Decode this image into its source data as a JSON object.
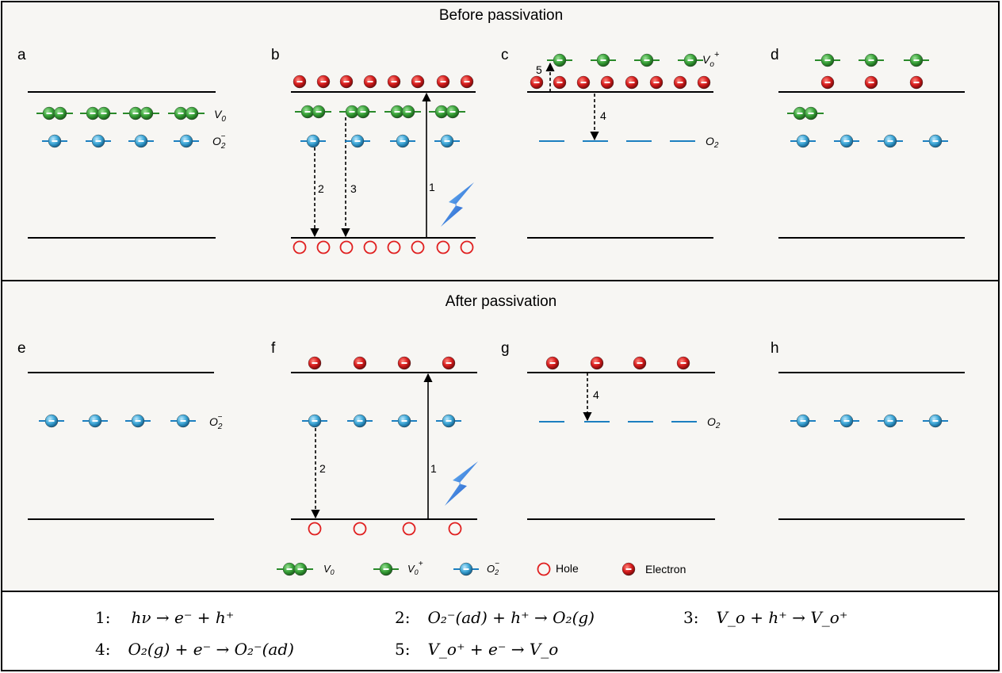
{
  "sections": {
    "before_title": "Before passivation",
    "after_title": "After passivation"
  },
  "panel_labels": [
    "a",
    "b",
    "c",
    "d",
    "e",
    "f",
    "g",
    "h"
  ],
  "species_labels": {
    "vo": "V",
    "vo_sub": "0",
    "vo_plus": "V",
    "vo_plus_sub": "o",
    "vo_plus_sup": "+",
    "o2_minus": "O",
    "o2_minus_sub": "2",
    "o2_minus_sup": "−",
    "o2": "O",
    "o2_sub": "2"
  },
  "transition_numbers": {
    "one": "1",
    "two": "2",
    "three": "3",
    "four": "4",
    "five": "5"
  },
  "legend": {
    "vo": "V",
    "vo_sub": "0",
    "vo_plus": "V",
    "vo_plus_sub": "0",
    "vo_plus_sup": "+",
    "o2_minus": "O",
    "o2_minus_sub": "2",
    "o2_minus_sup": "−",
    "hole": "Hole",
    "electron": "Electron"
  },
  "equations": [
    {
      "num": "1:",
      "text": "hν → e⁻ + h⁺"
    },
    {
      "num": "2:",
      "text": "O₂⁻(ad) + h⁺ → O₂(g)"
    },
    {
      "num": "3:",
      "text": "V_o + h⁺ → V_o⁺"
    },
    {
      "num": "4:",
      "text": "O₂(g) + e⁻ → O₂⁻(ad)"
    },
    {
      "num": "5:",
      "text": "V_o⁺ + e⁻ → V_o"
    }
  ],
  "colors": {
    "background_panel": "#f7f6f3",
    "electron": "#d81e1e",
    "vo_green": "#3aa43a",
    "o2_blue": "#3fa8d8",
    "hole": "#e02020",
    "level_line_green": "#2a8a2a",
    "level_line_blue": "#1c7fc0",
    "lightning": "#1e6fe0"
  }
}
